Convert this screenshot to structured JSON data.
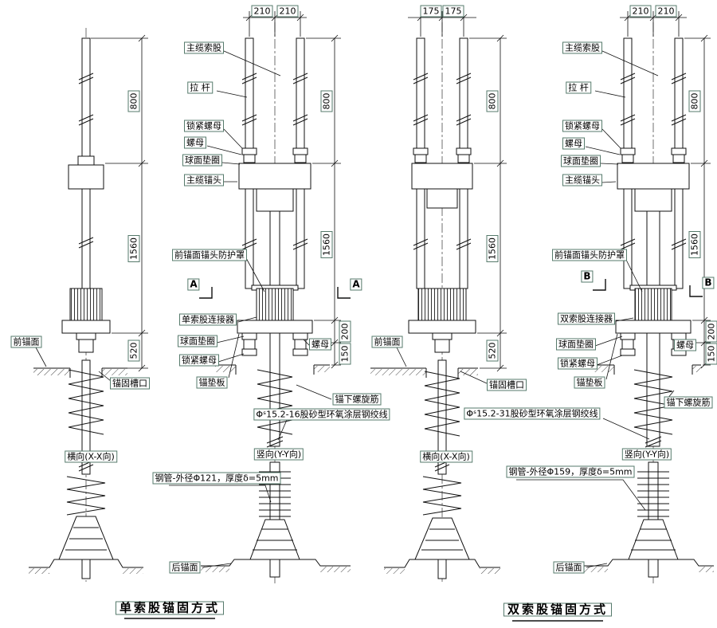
{
  "drawing": {
    "titles": {
      "single": "单索股锚固方式",
      "double": "双索股锚固方式"
    },
    "captions": {
      "xx": "横向(X-X向)",
      "yy": "竖向(Y-Y向)"
    },
    "labels": {
      "main_cable_strand": "主缆索股",
      "tie_rod": "拉 杆",
      "lock_nut": "锁紧螺母",
      "nut": "螺母",
      "spherical_washer": "球面垫圈",
      "main_cable_anchor_head": "主缆锚头",
      "anchor_head_cover": "前锚面锚头防护罩",
      "single_strand_connector": "单索股连接器",
      "double_strand_connector": "双索股连接器",
      "anchor_bearing_plate": "锚垫板",
      "front_anchor_face": "前锚面",
      "rear_anchor_face": "后锚面",
      "anchor_slot": "锚固槽口",
      "under_anchor_spiral": "锚下螺旋筋",
      "strand_note_single": "Φˢ15.2-16股砂型环氧涂层钢绞线",
      "strand_note_double": "Φˢ15.2-31股砂型环氧涂层钢绞线",
      "pipe_note_single": "钢管-外径Φ121，厚度δ=5mm",
      "pipe_note_double": "钢管-外径Φ159，厚度δ=5mm"
    },
    "sections": {
      "a": "A",
      "b": "B"
    },
    "dims": {
      "d210": "210",
      "d175": "175",
      "d800": "800",
      "d1560": "1560",
      "d520": "520",
      "d200": "200",
      "d150": "150"
    }
  }
}
